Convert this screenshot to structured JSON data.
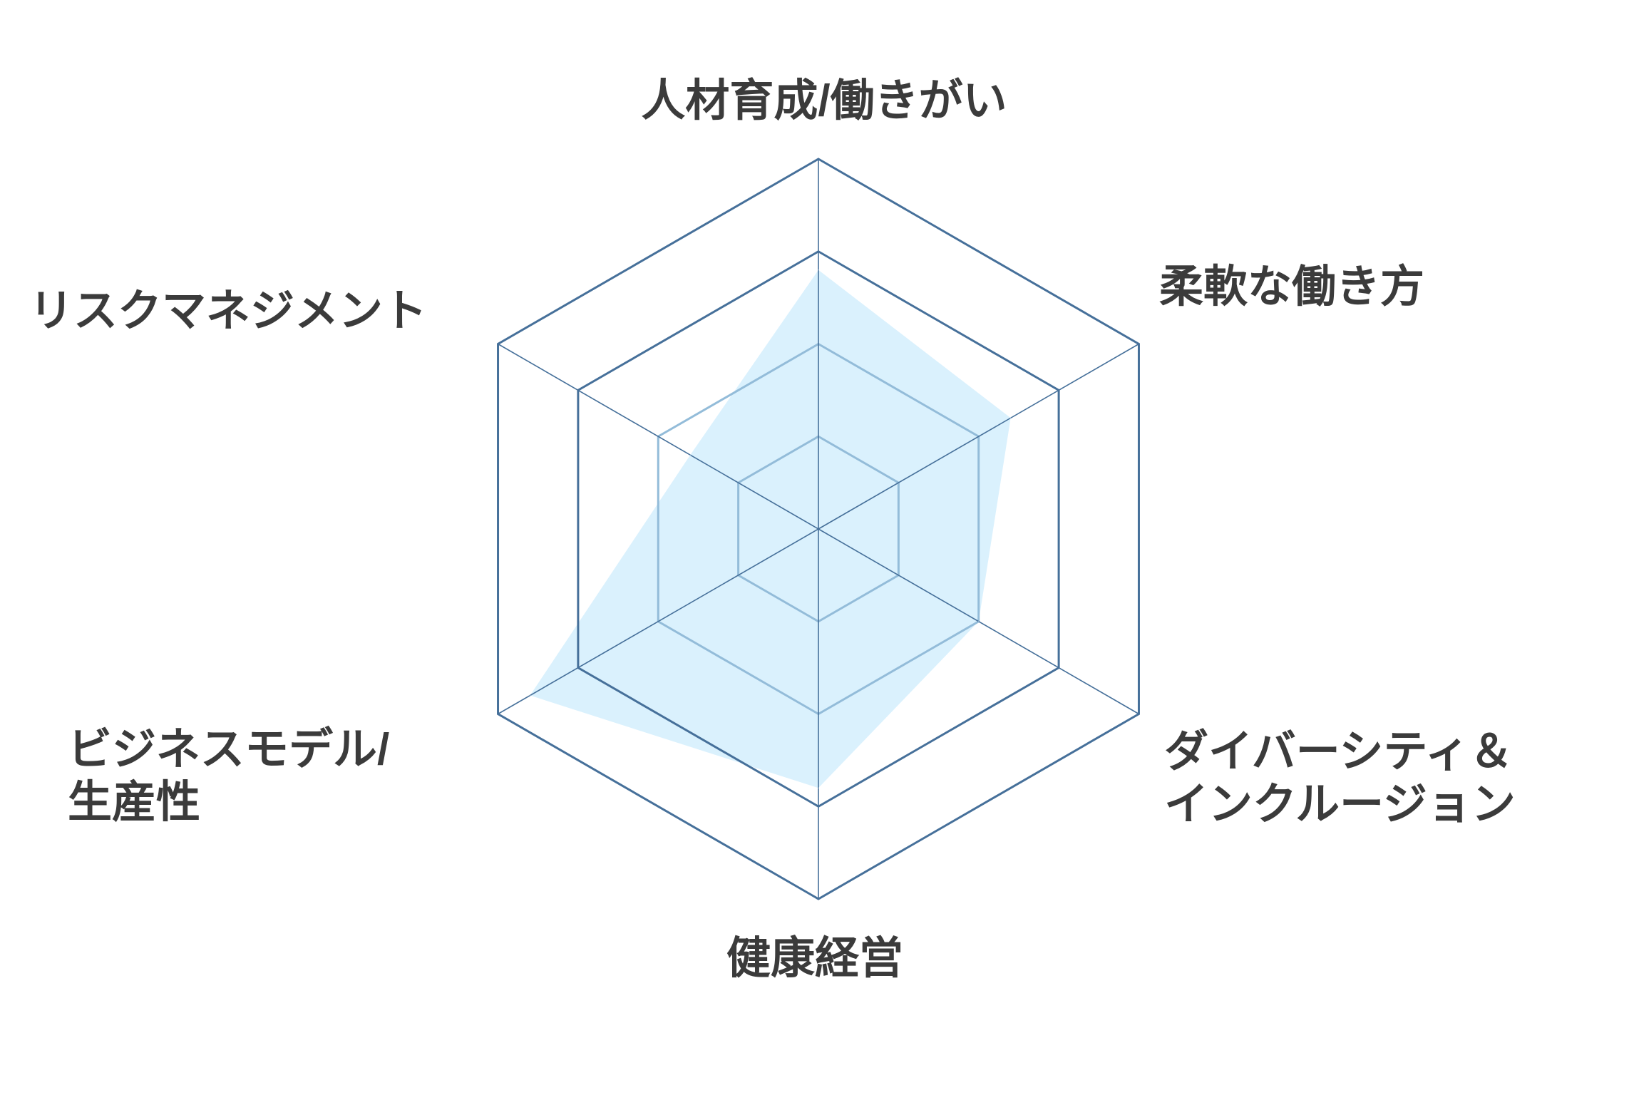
{
  "chart_data": {
    "type": "radar",
    "title": "",
    "axes": [
      "人材育成/働きがい",
      "柔軟な働き方",
      "ダイバーシティ＆インクルージョン",
      "健康経営",
      "ビジネスモデル/生産性",
      "リスクマネジメント"
    ],
    "axis_label_lines": [
      [
        "人材育成/働きがい"
      ],
      [
        "柔軟な働き方"
      ],
      [
        "ダイバーシティ＆",
        "インクルージョン"
      ],
      [
        "健康経営"
      ],
      [
        "ビジネスモデル/",
        "生産性"
      ],
      [
        "リスクマネジメント"
      ]
    ],
    "series": [
      {
        "name": "",
        "values": [
          3.5,
          3.0,
          2.5,
          3.5,
          4.5,
          2.0
        ]
      }
    ],
    "range": [
      0,
      5
    ],
    "rings": 4,
    "grid": true,
    "legend": "none",
    "colors": {
      "fill": "#daf1fd",
      "outer_grid": "#46709a",
      "inner_grid": "#93bcd9",
      "text": "#3b3b3b"
    }
  }
}
